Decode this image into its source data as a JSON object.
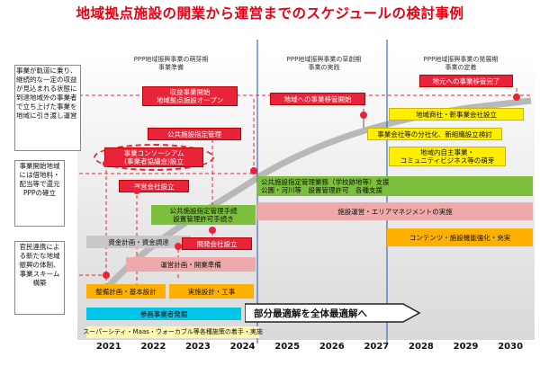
{
  "title": "地域拠点施設の開業から運営までのスケジュールの検討事例",
  "phases": [
    {
      "line1": "PPP地域振興事業の萌芽期",
      "line2": "事業準備"
    },
    {
      "line1": "PPP地域振興事業の草創期",
      "line2": "事業の実践"
    },
    {
      "line1": "PPP地域振興事業の発展期",
      "line2": "事業の定着"
    }
  ],
  "left_notes": {
    "top": "事業が軌道に乗り、継続的な一定の収益が見込まれる状態に到達地域外の事業者で立ち上げた事業を地域に引き渡し運営",
    "middle": "事業開始地域には借地料・配当等で還元PPPの確立",
    "bottom": "官民連携による新たな地域振興の体制、事業スキーム構築"
  },
  "boxes": {
    "shueki_kaishi": "収益事業開始\n地域拠点施設オープン",
    "chiiki_iko": "地域への事業移管開始",
    "chiiki_kanryo": "地元への事業移管完了",
    "kokyo_shitei": "公共施設指定管理",
    "consortium": "事業コンソーシアム\n(事業者協議会)設立",
    "unei_setsuritsu": "運営会社設立",
    "kaihatsu_setsuritsu": "開発会社設立",
    "chiiki_shosha": "地域商社・新事業会社設立",
    "bunka": "事業会社等の分社化、新組織設立検討",
    "chiiki_jigyo": "地域内自主事業・\nコミュニティビジネス等の萌芽",
    "shitei_gyomu": "公共施設指定管理業務（学校跡地等）支援\n公園・河川等　設置管理許可　各種支援",
    "shitei_tetsuzuki": "公共施設指定管理手続\n設置管理許可手続き",
    "unei_jisshi": "施設運営・エリアマネジメントの実施",
    "shikin": "資金計画・資金調達",
    "unei_keikaku": "運営計画・開業準備",
    "content": "コンテンツ・施設機能強化・充実",
    "seibi": "整備計画・基本設計",
    "jisshi": "実施設計・工事",
    "sanyo": "参画事業者発掘",
    "bubun": "部分最適解を全体最適解へ",
    "super": "スーパーシティ・Maas・ウォーカブル等各種施策の着手・実施"
  },
  "years": [
    "2021",
    "2022",
    "2023",
    "2024",
    "2025",
    "2026",
    "2027",
    "2028",
    "2029",
    "2030"
  ]
}
